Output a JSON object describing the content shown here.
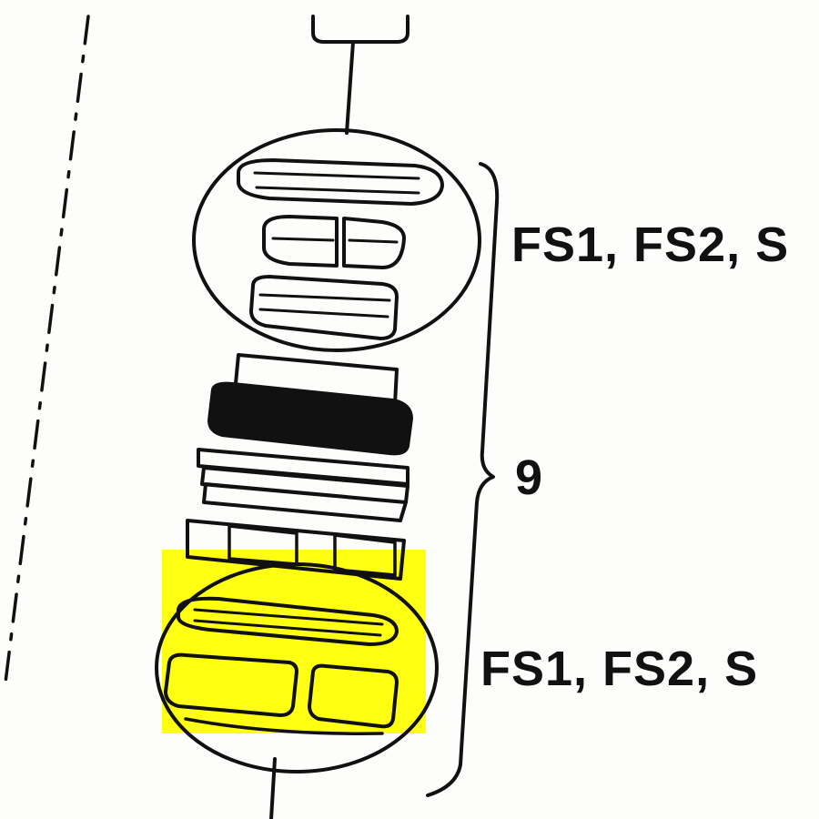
{
  "labels": {
    "seal_kit_upper": "FS1, FS2, S",
    "assembly_number": "9",
    "seal_kit_lower": "FS1, FS2, S"
  },
  "colors": {
    "highlight": "#ffff14",
    "ink": "#111111",
    "paper": "#fdfdfb"
  }
}
